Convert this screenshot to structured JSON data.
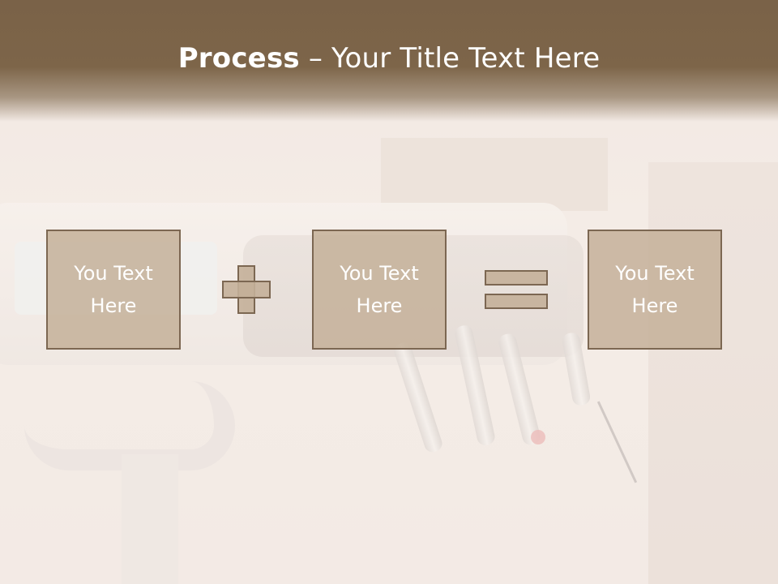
{
  "title": {
    "bold": "Process",
    "rest": " – Your Title Text Here"
  },
  "boxes": [
    {
      "label": "You Text Here"
    },
    {
      "label": "You Text Here"
    },
    {
      "label": "You Text Here"
    }
  ],
  "operators": {
    "first": "plus",
    "second": "equals"
  },
  "colors": {
    "title_bar": "#7a6248",
    "box_fill": "#c4b099",
    "box_border": "#7c6752",
    "text": "#ffffff"
  }
}
